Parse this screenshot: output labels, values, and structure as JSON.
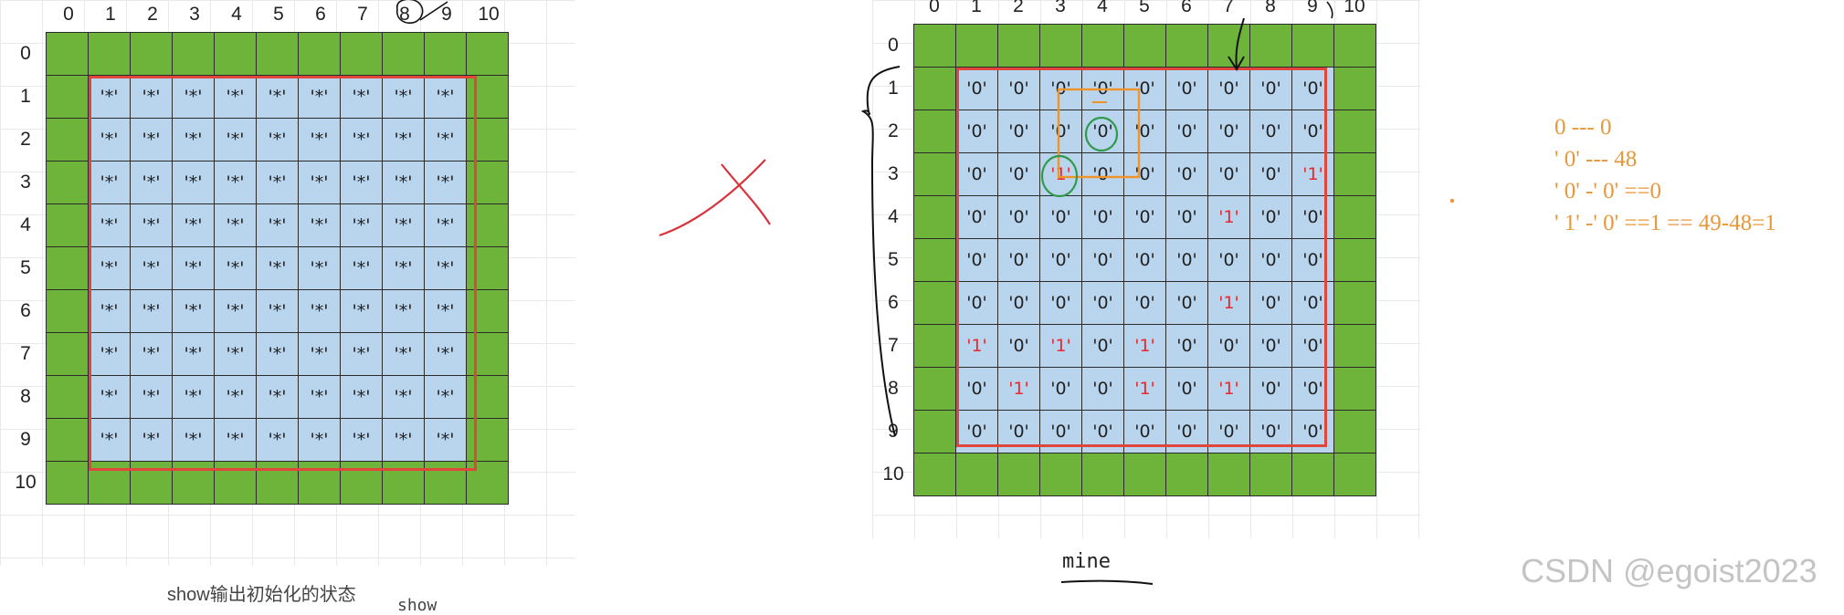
{
  "left_panel": {
    "column_labels": [
      "0",
      "1",
      "2",
      "3",
      "4",
      "5",
      "6",
      "7",
      "8",
      "9",
      "10"
    ],
    "row_labels": [
      "0",
      "1",
      "2",
      "3",
      "4",
      "5",
      "6",
      "7",
      "8",
      "9",
      "10"
    ],
    "cell_text": "'*'",
    "caption": "show输出初始化的状态",
    "caption2": "show"
  },
  "right_panel": {
    "column_labels": [
      "0",
      "1",
      "2",
      "3",
      "4",
      "5",
      "6",
      "7",
      "8",
      "9",
      "10"
    ],
    "row_labels": [
      "0",
      "1",
      "2",
      "3",
      "4",
      "5",
      "6",
      "7",
      "8",
      "9",
      "10"
    ],
    "inner_rows": [
      [
        "'0'",
        "'0'",
        "'0'",
        "'0'",
        "'0'",
        "'0'",
        "'0'",
        "'0'",
        "'0'"
      ],
      [
        "'0'",
        "'0'",
        "'0'",
        "'0'",
        "'0'",
        "'0'",
        "'0'",
        "'0'",
        "'0'"
      ],
      [
        "'0'",
        "'0'",
        "'1'",
        "'0'",
        "'0'",
        "'0'",
        "'0'",
        "'0'",
        "'1'"
      ],
      [
        "'0'",
        "'0'",
        "'0'",
        "'0'",
        "'0'",
        "'0'",
        "'1'",
        "'0'",
        "'0'"
      ],
      [
        "'0'",
        "'0'",
        "'0'",
        "'0'",
        "'0'",
        "'0'",
        "'0'",
        "'0'",
        "'0'"
      ],
      [
        "'0'",
        "'0'",
        "'0'",
        "'0'",
        "'0'",
        "'0'",
        "'1'",
        "'0'",
        "'0'"
      ],
      [
        "'1'",
        "'0'",
        "'1'",
        "'0'",
        "'1'",
        "'0'",
        "'0'",
        "'0'",
        "'0'"
      ],
      [
        "'0'",
        "'1'",
        "'0'",
        "'0'",
        "'1'",
        "'0'",
        "'1'",
        "'0'",
        "'0'"
      ],
      [
        "'0'",
        "'0'",
        "'0'",
        "'0'",
        "'0'",
        "'0'",
        "'0'",
        "'0'",
        "'0'"
      ]
    ],
    "mine_value": "'1'",
    "caption": "mine"
  },
  "notes": [
    "0  ---  0",
    "' 0'   ---  48",
    "' 0' -' 0' ==0",
    "' 1' -' 0' ==1  ==  49-48=1"
  ],
  "watermark": "CSDN @egoist2023",
  "colors": {
    "border_cell": "#6fb43a",
    "inner_cell": "#b9d5ee",
    "frame": "#e0463c",
    "mine_text": "#e8282e",
    "note_text": "#e8973a"
  }
}
